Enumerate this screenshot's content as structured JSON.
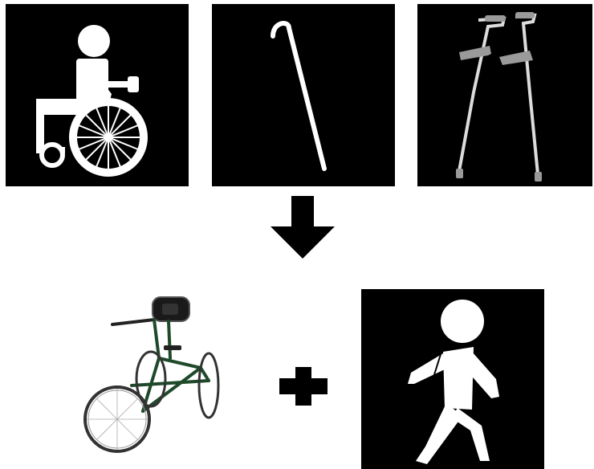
{
  "diagram": {
    "top_row": [
      {
        "id": "wheelchair",
        "icon": "wheelchair-user-icon"
      },
      {
        "id": "cane",
        "icon": "walking-cane-icon"
      },
      {
        "id": "crutches",
        "icon": "forearm-crutches-icon"
      }
    ],
    "connector": {
      "icon": "down-arrow-icon"
    },
    "bottom_row": [
      {
        "id": "race-runner",
        "icon": "race-runner-trike-icon"
      },
      {
        "id": "plus",
        "icon": "plus-icon"
      },
      {
        "id": "walking",
        "icon": "walking-person-icon"
      }
    ]
  },
  "colors": {
    "tile_background": "#000000",
    "icon_foreground": "#ffffff",
    "crutch_grip": "#9a9a9a",
    "frame_green": "#1f4a2a",
    "page_background": "#ffffff"
  }
}
